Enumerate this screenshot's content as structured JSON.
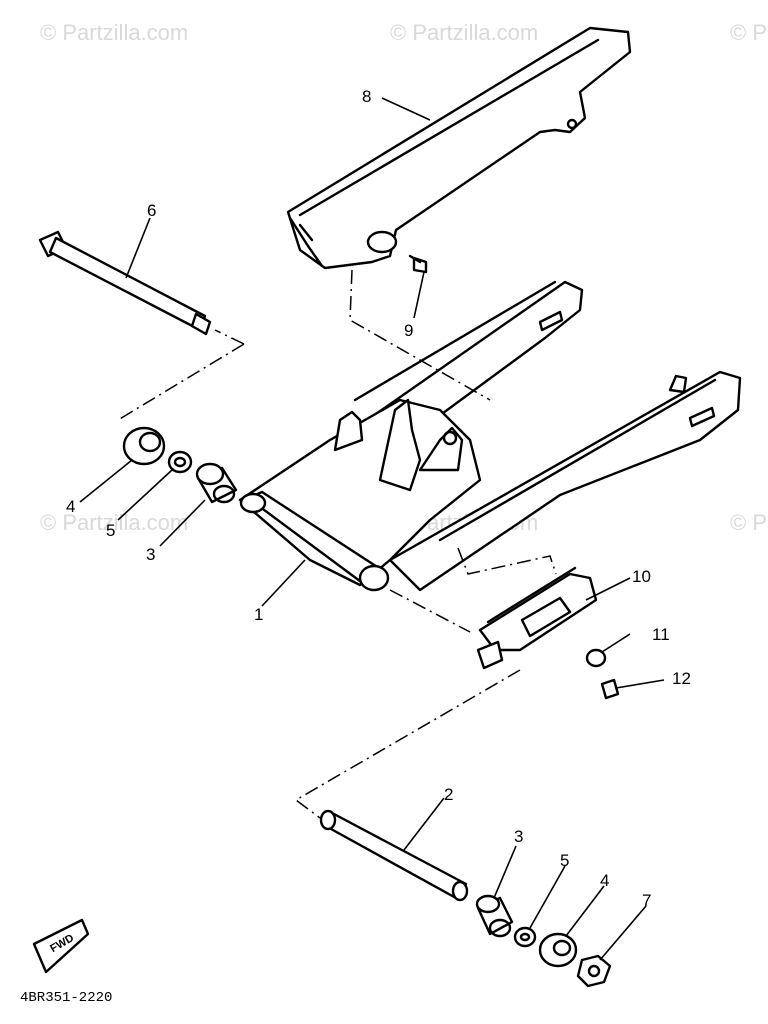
{
  "watermark": "© Partzilla.com",
  "callouts": {
    "c1": "1",
    "c2": "2",
    "c3a": "3",
    "c3b": "3",
    "c4a": "4",
    "c4b": "4",
    "c5a": "5",
    "c5b": "5",
    "c6": "6",
    "c7": "7",
    "c8": "8",
    "c9": "9",
    "c10": "10",
    "c11": "11",
    "c12": "12"
  },
  "direction_arrow": "FWD",
  "diagram_code": "4BR351-2220"
}
